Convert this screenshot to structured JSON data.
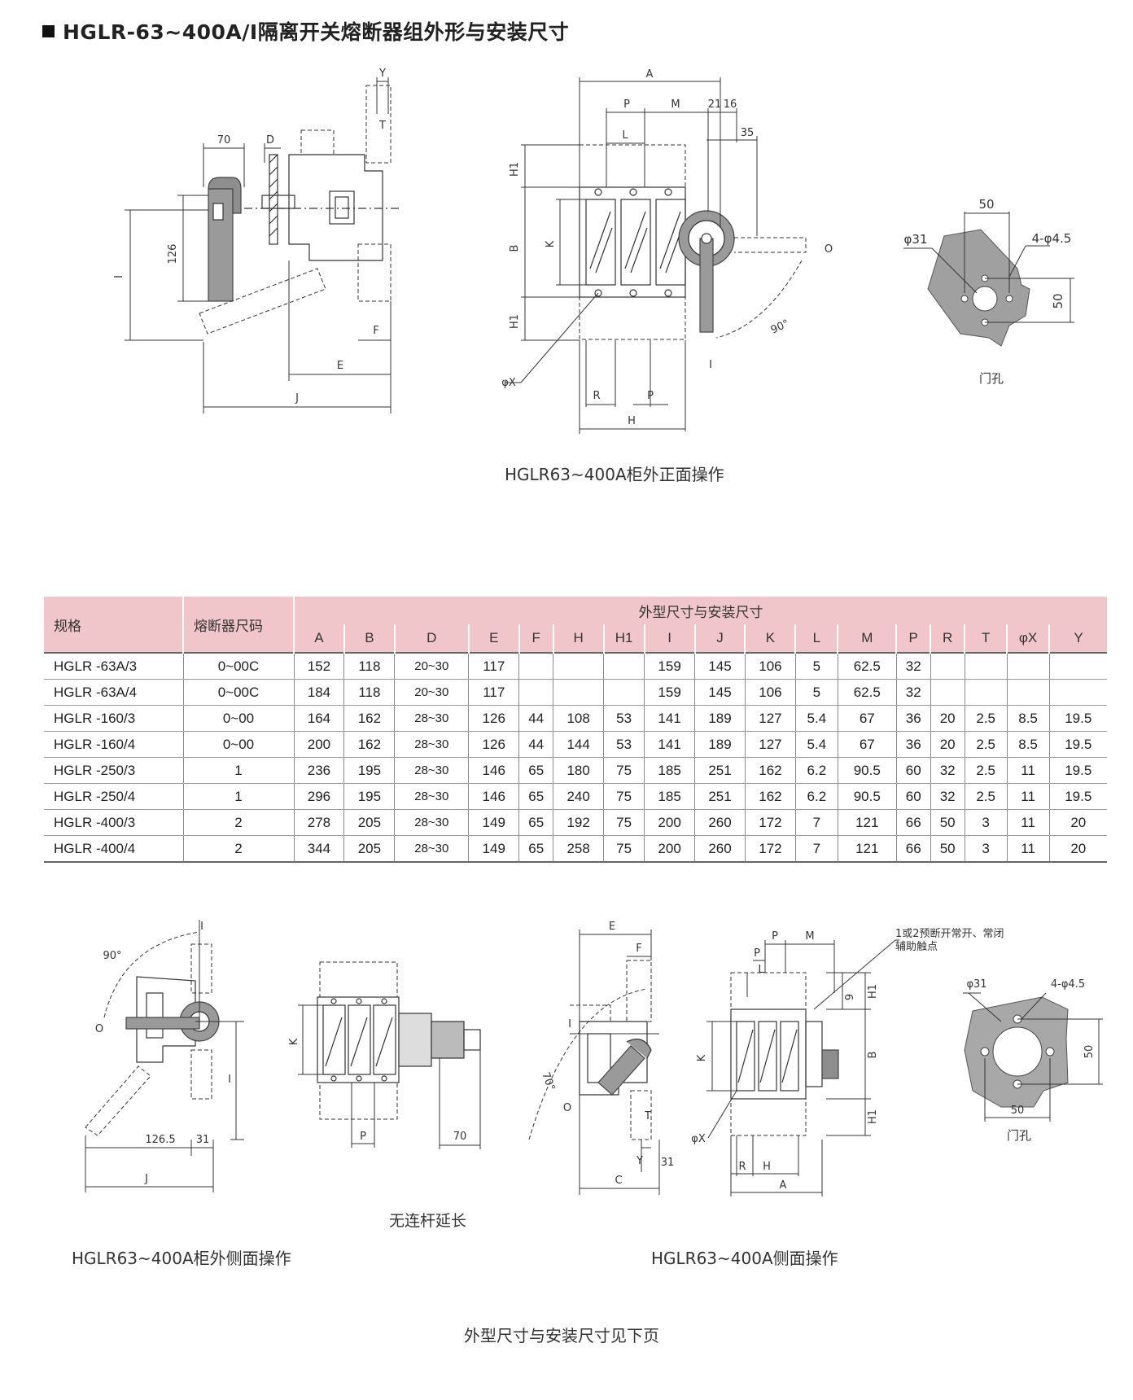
{
  "title": "HGLR-63~400A/I隔离开关熔断器组外形与安装尺寸",
  "drawing1": {
    "caption": "HGLR63~400A柜外正面操作",
    "side": {
      "dim_70": "70",
      "D": "D",
      "Y": "Y",
      "T": "T",
      "dim_126": "126",
      "I": "I",
      "F": "F",
      "E": "E",
      "J": "J"
    },
    "front": {
      "A": "A",
      "P": "P",
      "M": "M",
      "dim_21": "21",
      "dim_16": "16",
      "L": "L",
      "dim_35": "35",
      "H1a": "H1",
      "B": "B",
      "K": "K",
      "H1b": "H1",
      "phiX": "φX",
      "R": "R",
      "P2": "P",
      "H": "H",
      "I": "I",
      "O": "O",
      "deg": "90°"
    },
    "door": {
      "dim_50a": "50",
      "phi31": "φ31",
      "holes": "4-φ4.5",
      "dim_50b": "50",
      "label": "门孔"
    }
  },
  "table": {
    "col_spec": "规格",
    "col_fuse": "熔断器尺码",
    "group_header": "外型尺寸与安装尺寸",
    "dim_headers": [
      "A",
      "B",
      "D",
      "E",
      "F",
      "H",
      "H1",
      "I",
      "J",
      "K",
      "L",
      "M",
      "P",
      "R",
      "T",
      "φX",
      "Y"
    ],
    "rows": [
      {
        "spec": "HGLR -63A/3",
        "fuse": "0~00C",
        "v": [
          "152",
          "118",
          "20~30",
          "117",
          "",
          "",
          "",
          "159",
          "145",
          "106",
          "5",
          "62.5",
          "32",
          "",
          "",
          "",
          ""
        ]
      },
      {
        "spec": "HGLR -63A/4",
        "fuse": "0~00C",
        "v": [
          "184",
          "118",
          "20~30",
          "117",
          "",
          "",
          "",
          "159",
          "145",
          "106",
          "5",
          "62.5",
          "32",
          "",
          "",
          "",
          ""
        ]
      },
      {
        "spec": "HGLR -160/3",
        "fuse": "0~00",
        "v": [
          "164",
          "162",
          "28~30",
          "126",
          "44",
          "108",
          "53",
          "141",
          "189",
          "127",
          "5.4",
          "67",
          "36",
          "20",
          "2.5",
          "8.5",
          "19.5"
        ]
      },
      {
        "spec": "HGLR -160/4",
        "fuse": "0~00",
        "v": [
          "200",
          "162",
          "28~30",
          "126",
          "44",
          "144",
          "53",
          "141",
          "189",
          "127",
          "5.4",
          "67",
          "36",
          "20",
          "2.5",
          "8.5",
          "19.5"
        ]
      },
      {
        "spec": "HGLR -250/3",
        "fuse": "1",
        "v": [
          "236",
          "195",
          "28~30",
          "146",
          "65",
          "180",
          "75",
          "185",
          "251",
          "162",
          "6.2",
          "90.5",
          "60",
          "32",
          "2.5",
          "11",
          "19.5"
        ]
      },
      {
        "spec": "HGLR -250/4",
        "fuse": "1",
        "v": [
          "296",
          "195",
          "28~30",
          "146",
          "65",
          "240",
          "75",
          "185",
          "251",
          "162",
          "6.2",
          "90.5",
          "60",
          "32",
          "2.5",
          "11",
          "19.5"
        ]
      },
      {
        "spec": "HGLR -400/3",
        "fuse": "2",
        "v": [
          "278",
          "205",
          "28~30",
          "149",
          "65",
          "192",
          "75",
          "200",
          "260",
          "172",
          "7",
          "121",
          "66",
          "50",
          "3",
          "11",
          "20"
        ]
      },
      {
        "spec": "HGLR -400/4",
        "fuse": "2",
        "v": [
          "344",
          "205",
          "28~30",
          "149",
          "65",
          "258",
          "75",
          "200",
          "260",
          "172",
          "7",
          "121",
          "66",
          "50",
          "3",
          "11",
          "20"
        ]
      }
    ]
  },
  "drawing2": {
    "left": {
      "deg": "90°",
      "I_top": "I",
      "O": "O",
      "I_right": "I",
      "dim_1265": "126.5",
      "dim_31": "31",
      "J": "J",
      "K": "K",
      "P": "P",
      "dim_70": "70",
      "sub_caption": "无连杆延长",
      "caption": "HGLR63~400A柜外侧面操作"
    },
    "right": {
      "E": "E",
      "F": "F",
      "I": "I",
      "deg": "70°",
      "O": "O",
      "T": "T",
      "Y": "Y",
      "dim_31": "31",
      "C": "C",
      "P_top": "P",
      "M": "M",
      "L": "L",
      "P2": "P",
      "note": "1或2预断开常开、常闭辅助触点",
      "dim_9": "9",
      "H1a": "H1",
      "K": "K",
      "B": "B",
      "H1b": "H1",
      "phiX": "φX",
      "R": "R",
      "H": "H",
      "A": "A",
      "caption": "HGLR63~400A侧面操作"
    },
    "door": {
      "phi31": "φ31",
      "holes": "4-φ4.5",
      "dim_50v": "50",
      "dim_50h": "50",
      "label": "门孔"
    }
  },
  "footer": "外型尺寸与安装尺寸见下页"
}
